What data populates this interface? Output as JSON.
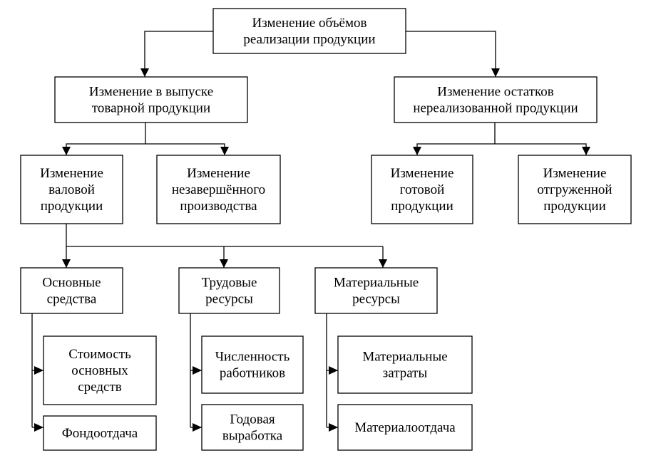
{
  "nodes": {
    "root": [
      "Изменение объёмов",
      "реализации продукции"
    ],
    "output_change": [
      "Изменение в выпуске",
      "товарной продукции"
    ],
    "stock_change": [
      "Изменение остатков",
      "нереализованной продукции"
    ],
    "gross_output": [
      "Изменение",
      "валовой",
      "продукции"
    ],
    "wip": [
      "Изменение",
      "незавершённого",
      "производства"
    ],
    "finished": [
      "Изменение",
      "готовой",
      "продукции"
    ],
    "shipped": [
      "Изменение",
      "отгруженной",
      "продукции"
    ],
    "fixed_assets": [
      "Основные",
      "средства"
    ],
    "labor": [
      "Трудовые",
      "ресурсы"
    ],
    "materials": [
      "Материальные",
      "ресурсы"
    ],
    "fa_cost": [
      "Стоимость",
      "основных",
      "средств"
    ],
    "fa_return": [
      "Фондоотдача"
    ],
    "headcount": [
      "Численность",
      "работников"
    ],
    "annual_output": [
      "Годовая",
      "выработка"
    ],
    "mat_costs": [
      "Материальные",
      "затраты"
    ],
    "mat_return": [
      "Материалоотдача"
    ]
  }
}
